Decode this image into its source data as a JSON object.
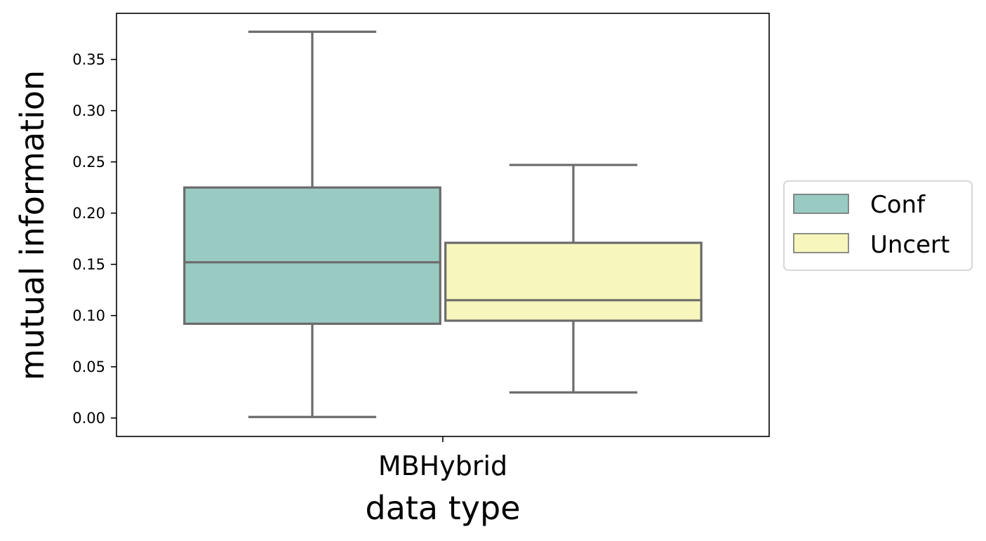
{
  "chart_data": {
    "type": "box",
    "title": "",
    "xlabel": "data type",
    "ylabel": "mutual information",
    "categories": [
      "MBHybrid"
    ],
    "ylim": [
      -0.018,
      0.395
    ],
    "yticks": [
      0.0,
      0.05,
      0.1,
      0.15,
      0.2,
      0.25,
      0.3,
      0.35
    ],
    "ytick_labels": [
      "0.00",
      "0.05",
      "0.10",
      "0.15",
      "0.20",
      "0.25",
      "0.30",
      "0.35"
    ],
    "grid": false,
    "legend_position": "right, outside plot",
    "series": [
      {
        "name": "Conf",
        "color": "#99cbc3",
        "boxes": [
          {
            "category": "MBHybrid",
            "whisker_low": 0.001,
            "q1": 0.092,
            "median": 0.152,
            "q3": 0.225,
            "whisker_high": 0.377
          }
        ]
      },
      {
        "name": "Uncert",
        "color": "#f7f6bc",
        "boxes": [
          {
            "category": "MBHybrid",
            "whisker_low": 0.025,
            "q1": 0.095,
            "median": 0.115,
            "q3": 0.171,
            "whisker_high": 0.247
          }
        ]
      }
    ],
    "line_color": "#6b6b6b"
  }
}
